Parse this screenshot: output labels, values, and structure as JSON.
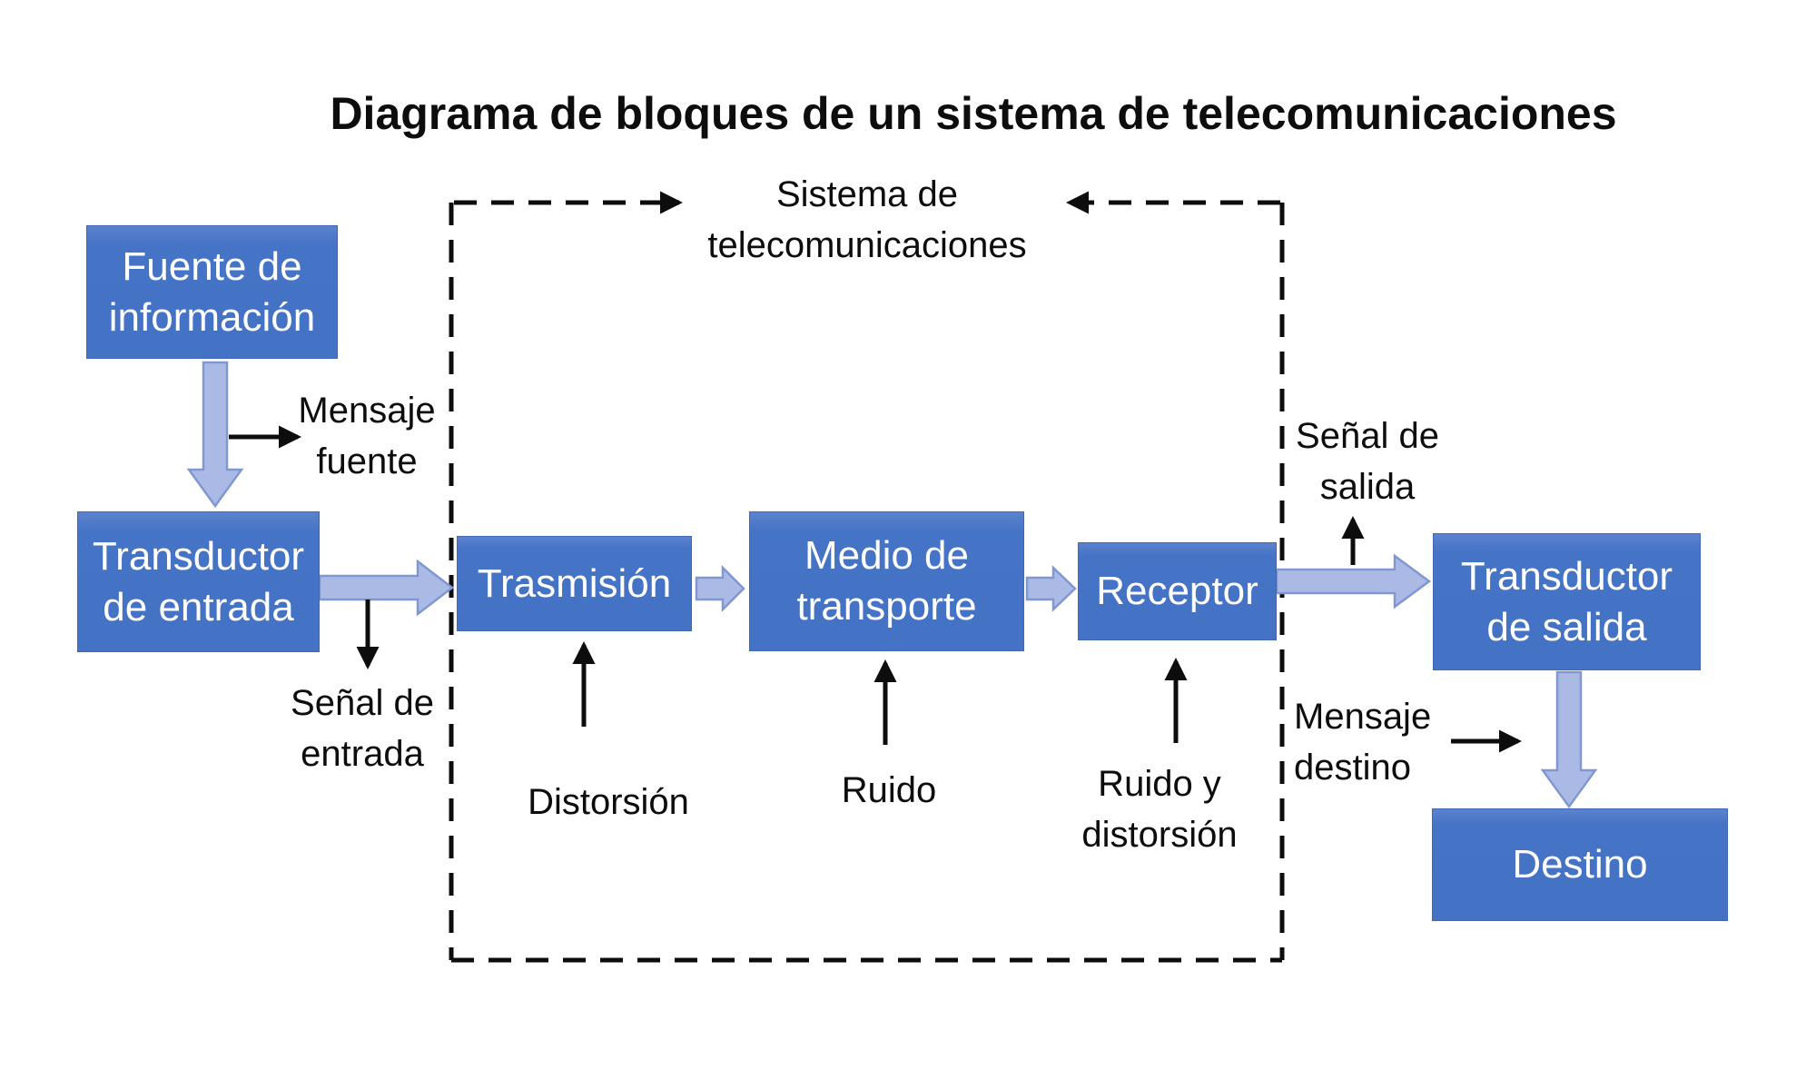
{
  "title": "Diagrama de bloques de un sistema de telecomunicaciones",
  "system_boundary": {
    "label_line1": "Sistema de",
    "label_line2": "telecomunicaciones"
  },
  "blocks": {
    "fuente": {
      "line1": "Fuente de",
      "line2": "información"
    },
    "transductor_entrada": {
      "line1": "Transductor",
      "line2": "de entrada"
    },
    "trasmision": {
      "line1": "Trasmisión"
    },
    "medio": {
      "line1": "Medio de",
      "line2": "transporte"
    },
    "receptor": {
      "line1": "Receptor"
    },
    "transductor_salida": {
      "line1": "Transductor",
      "line2": "de salida"
    },
    "destino": {
      "line1": "Destino"
    }
  },
  "labels": {
    "mensaje_fuente": {
      "line1": "Mensaje",
      "line2": "fuente"
    },
    "senal_entrada": {
      "line1": "Señal de",
      "line2": "entrada"
    },
    "distorsion": "Distorsión",
    "ruido": "Ruido",
    "ruido_distorsion": {
      "line1": "Ruido y",
      "line2": "distorsión"
    },
    "senal_salida": {
      "line1": "Señal de",
      "line2": "salida"
    },
    "mensaje_destino": {
      "line1": "Mensaje",
      "line2": "destino"
    }
  },
  "colors": {
    "box_fill": "#4472c4",
    "box_text": "#ffffff",
    "flow_arrow_fill": "#abbae5",
    "flow_arrow_stroke": "#8197d2",
    "annotation_color": "#0d0d0d",
    "background": "#ffffff"
  }
}
